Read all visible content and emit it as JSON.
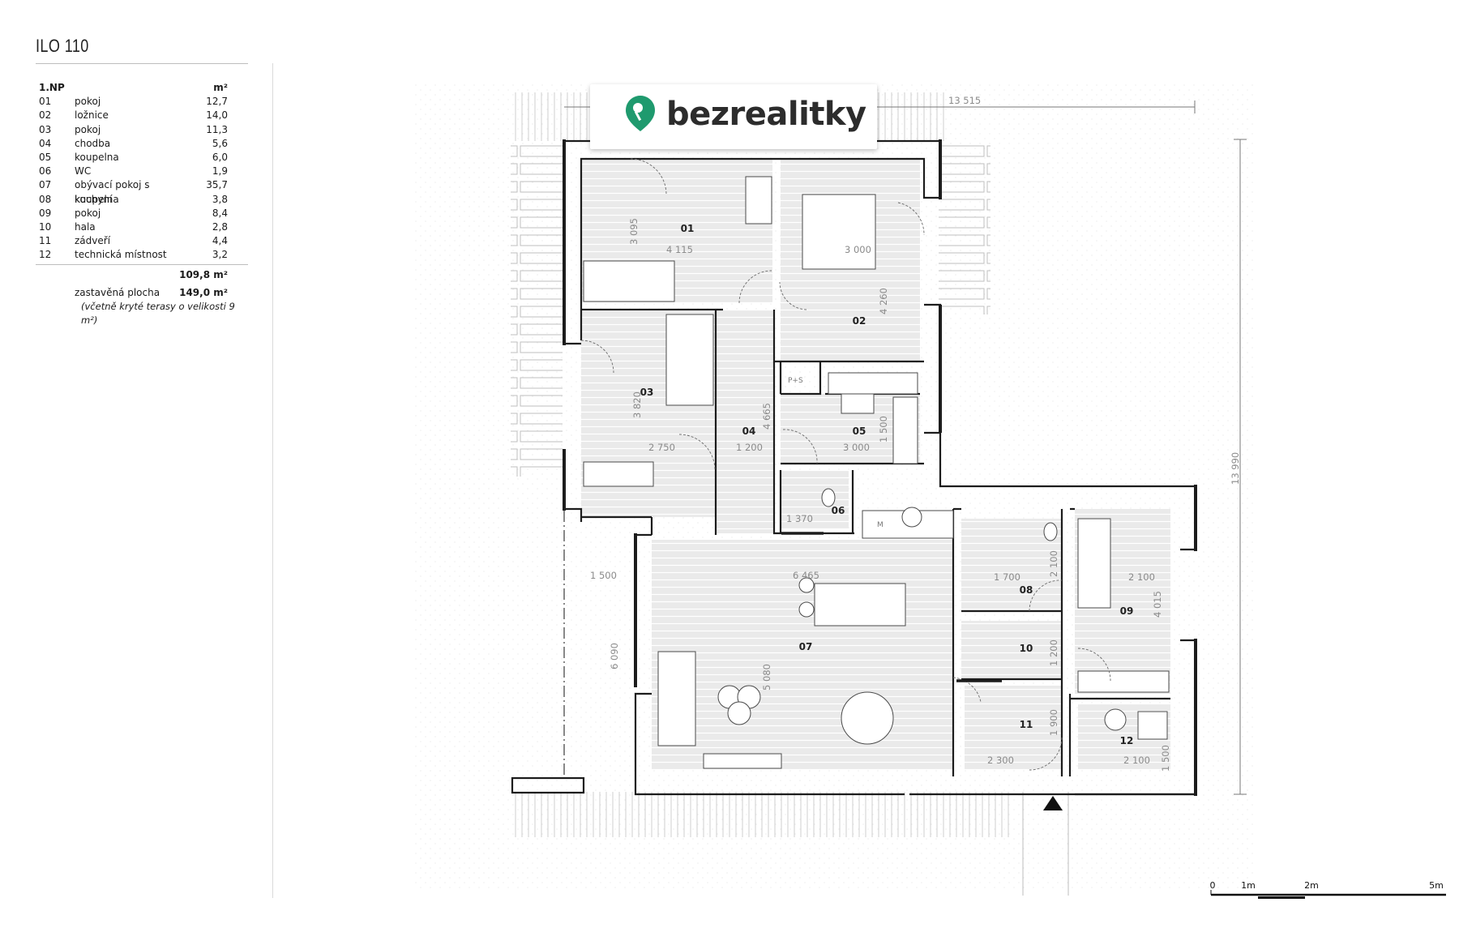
{
  "title": "ILO 110",
  "table": {
    "floor_label": "1.NP",
    "unit_label": "m²",
    "rooms": [
      {
        "num": "01",
        "name": "pokoj",
        "area": "12,7"
      },
      {
        "num": "02",
        "name": "ložnice",
        "area": "14,0"
      },
      {
        "num": "03",
        "name": "pokoj",
        "area": "11,3"
      },
      {
        "num": "04",
        "name": "chodba",
        "area": "5,6"
      },
      {
        "num": "05",
        "name": "koupelna",
        "area": "6,0"
      },
      {
        "num": "06",
        "name": "WC",
        "area": "1,9"
      },
      {
        "num": "07",
        "name": "obývací pokoj s kuchyní",
        "area": "35,7"
      },
      {
        "num": "08",
        "name": "koupelna",
        "area": "3,8"
      },
      {
        "num": "09",
        "name": "pokoj",
        "area": "8,4"
      },
      {
        "num": "10",
        "name": "hala",
        "area": "2,8"
      },
      {
        "num": "11",
        "name": "zádveří",
        "area": "4,4"
      },
      {
        "num": "12",
        "name": "technická místnost",
        "area": "3,2"
      }
    ],
    "total": "109,8 m²",
    "built_label": "zastavěná plocha",
    "built_value": "149,0 m²",
    "built_note": "(včetně kryté terasy o velikosti 9 m²)"
  },
  "logo": {
    "text": "bezrealitky",
    "color": "#1f9a6e"
  },
  "plan": {
    "room_labels": [
      "01",
      "02",
      "03",
      "04",
      "05",
      "06",
      "07",
      "08",
      "09",
      "10",
      "11",
      "12"
    ],
    "dimensions": {
      "overall_width": "13 515",
      "overall_height": "13 990",
      "d01_h": "3 095",
      "d01_w": "4 115",
      "d02_w": "3 000",
      "d02_h": "4 260",
      "d03_h": "3 820",
      "d03_w": "2 750",
      "d04_w": "1 200",
      "d04_h": "4 665",
      "d05_w": "3 000",
      "d05_h": "1 500",
      "d06_w": "1 370",
      "d07_w": "6 465",
      "d07_h": "5 080",
      "terrace_w": "1 500",
      "terrace_h": "6 090",
      "d08_w": "1 700",
      "d08_h": "2 100",
      "d09_w": "2 100",
      "d09_h": "4 015",
      "d10_h": "1 200",
      "d11_h": "1 900",
      "d11_w": "2 300",
      "d12_w": "2 100",
      "d12_h": "1 500"
    },
    "fixtures": {
      "ps": "P+S",
      "m": "M"
    }
  },
  "scale_bar": {
    "labels": [
      "0",
      "1m",
      "2m",
      "5m"
    ]
  }
}
